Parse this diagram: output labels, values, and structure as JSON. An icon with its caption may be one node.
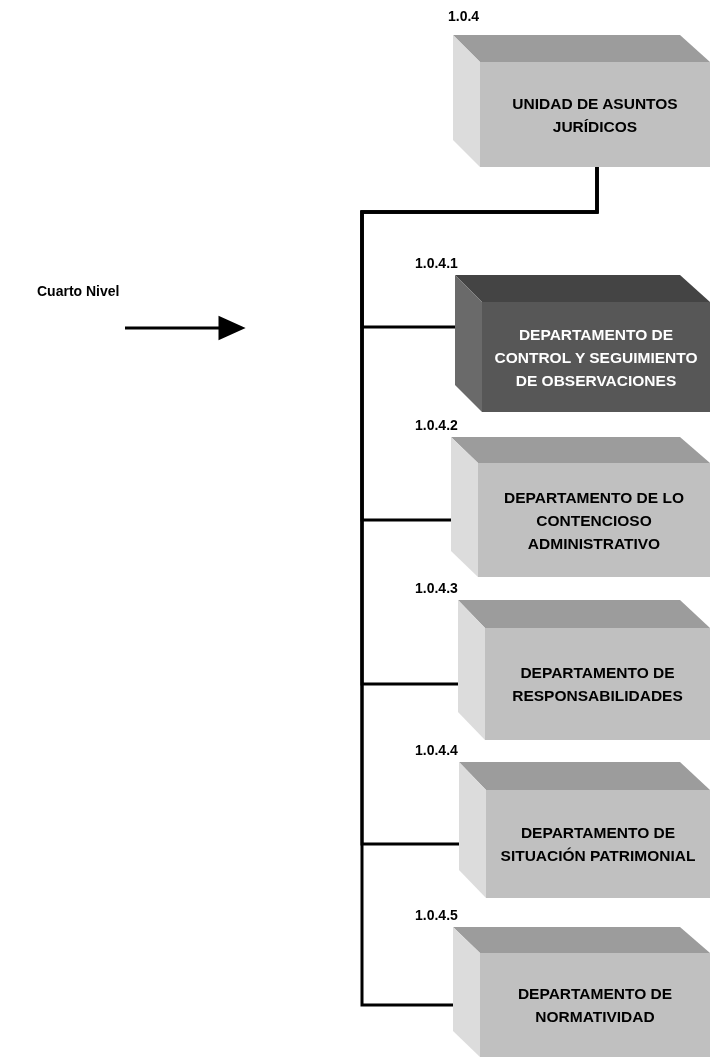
{
  "diagram": {
    "nodes": [
      {
        "text": [
          "1.0.4",
          "UNIDAD DE ASUNTOS JURÍDICOS"
        ]
      },
      {
        "text": [
          "1.0.4.1",
          "DEPARTAMENTO DE CONTROL Y SEGUIMIENTO DE OBSERVACIONES"
        ]
      },
      {
        "text": [
          "1.0.4.2",
          "DEPARTAMENTO DE LO CONTENCIOSO ADMINISTRATIVO"
        ]
      },
      {
        "text": [
          "1.0.4.3",
          "DEPARTAMENTO DE RESPONSABILIDADES"
        ]
      },
      {
        "text": [
          "1.0.4.4",
          "DEPARTAMENTO DE SITUACIÓN PATRIMONIAL"
        ]
      },
      {
        "text": [
          "1.0.4.5",
          "DEPARTAMENTO DE NORMATIVIDAD"
        ]
      }
    ],
    "edges": [
      {
        "from": 0,
        "to": 1,
        "arrow": "none"
      },
      {
        "from": 0,
        "to": 2,
        "arrow": "none"
      },
      {
        "from": 0,
        "to": 3,
        "arrow": "none"
      },
      {
        "from": 0,
        "to": 4,
        "arrow": "none"
      },
      {
        "from": 0,
        "to": 5,
        "arrow": "none"
      }
    ],
    "labels": [
      "Cuarto Nivel"
    ]
  }
}
